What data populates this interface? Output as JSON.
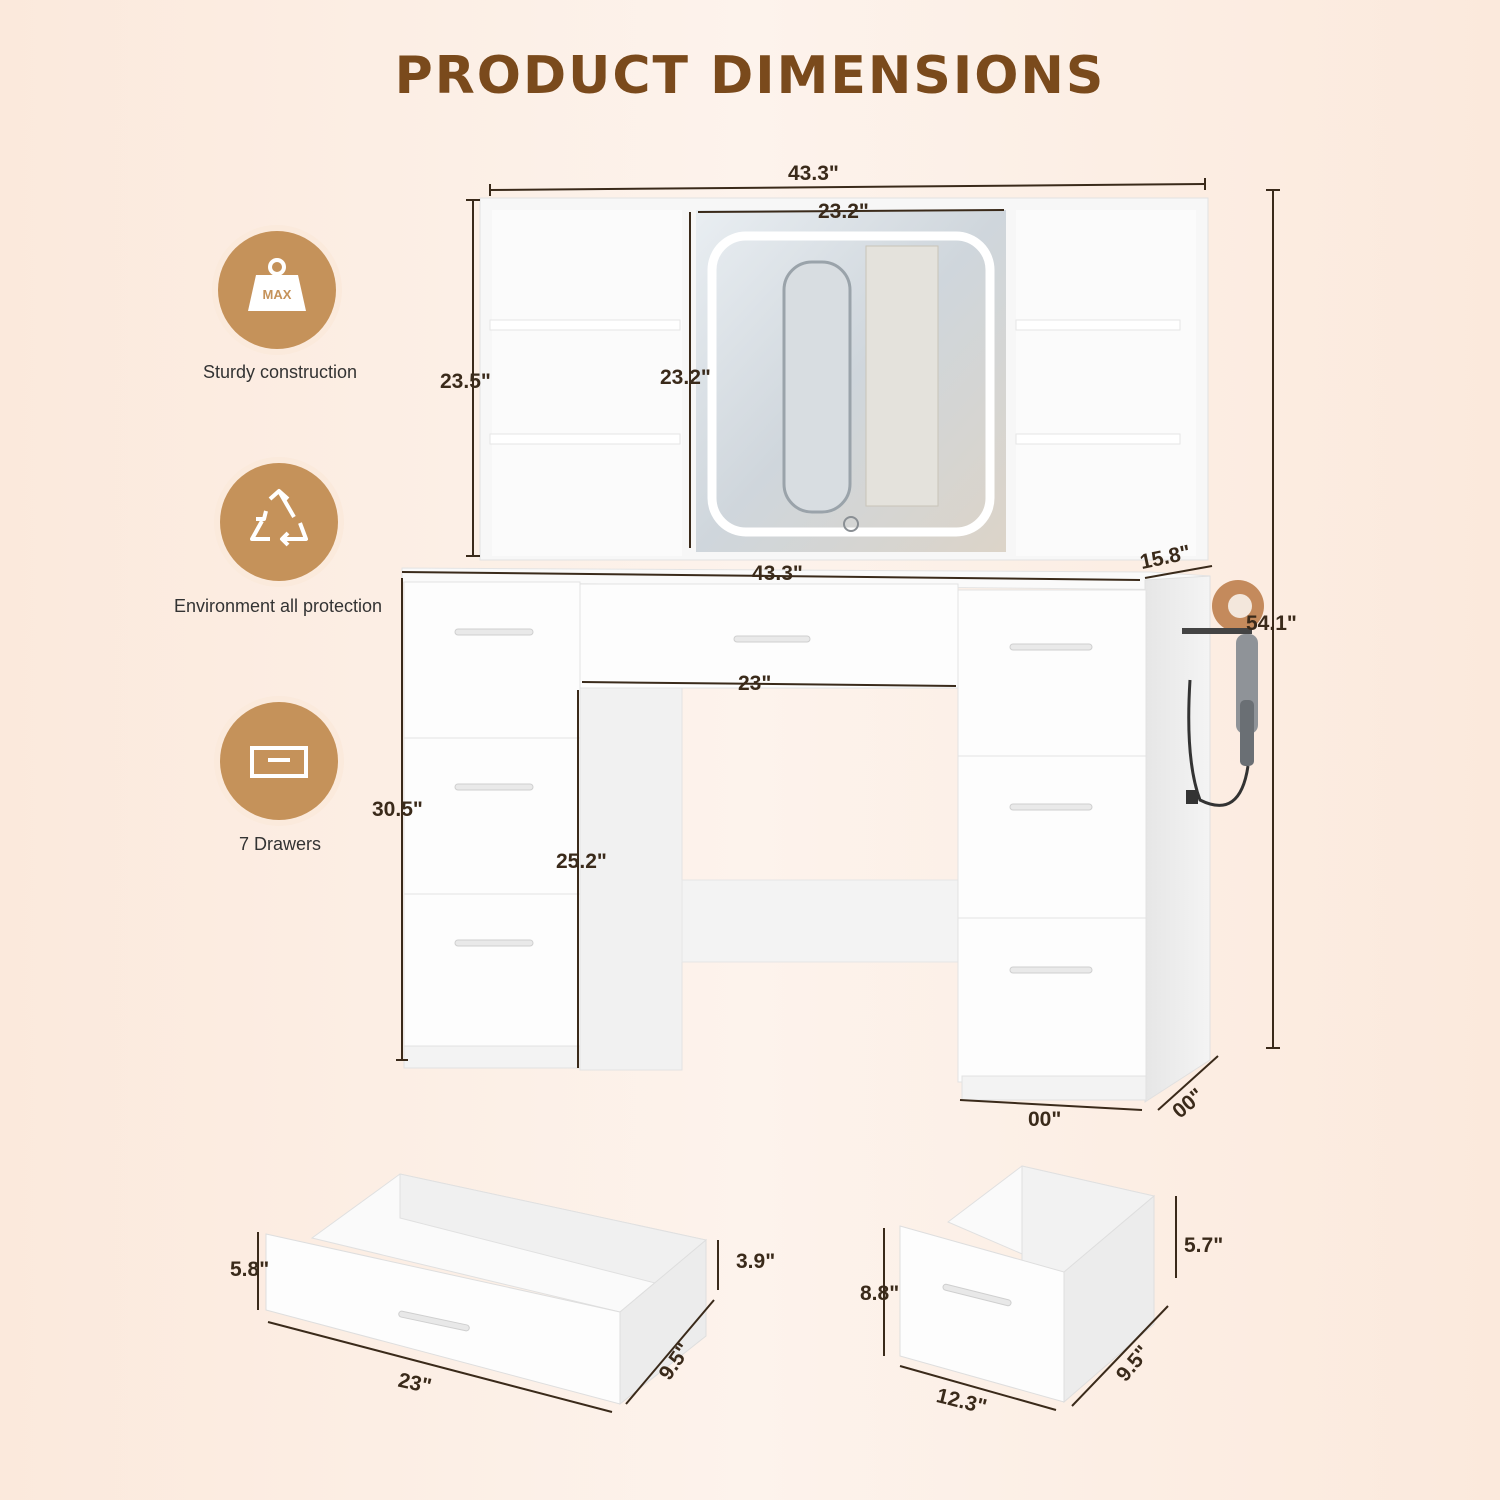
{
  "title": "PRODUCT DIMENSIONS",
  "features": [
    {
      "icon": "weight-max-icon",
      "icon_text": "MAX",
      "label": "Sturdy construction"
    },
    {
      "icon": "recycle-icon",
      "label": "Environment all protection"
    },
    {
      "icon": "drawer-icon",
      "label": "7 Drawers"
    }
  ],
  "dimensions": {
    "hutch_width": "43.3\"",
    "mirror_width": "23.2\"",
    "mirror_height": "23.2\"",
    "hutch_height": "23.5\"",
    "total_height": "54.1\"",
    "desk_width": "43.3\"",
    "desk_depth": "15.8\"",
    "knee_width": "23\"",
    "desk_height": "30.5\"",
    "knee_height": "25.2\"",
    "cabinet_width": "00\"",
    "cabinet_depth": "00\""
  },
  "large_drawer": {
    "height_front": "5.8\"",
    "height_back": "3.9\"",
    "width": "23\"",
    "depth": "9.5\""
  },
  "small_drawer": {
    "height_front": "8.8\"",
    "height_back": "5.7\"",
    "width": "12.3\"",
    "depth": "9.5\""
  },
  "colors": {
    "accent": "#c5925a",
    "title": "#7a4a1c",
    "background": "#fbeadc"
  }
}
